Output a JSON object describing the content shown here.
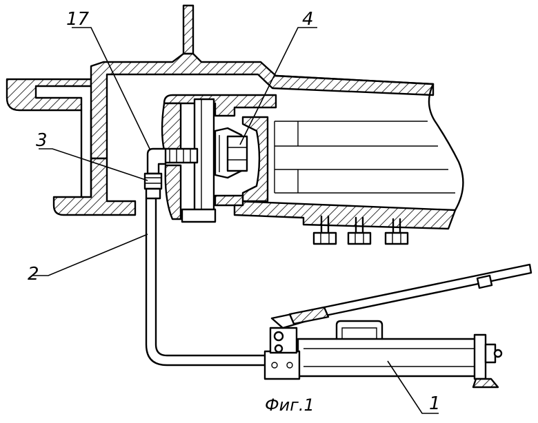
{
  "figure": {
    "caption": "Фиг.1",
    "callouts": [
      {
        "id": "17",
        "text": "17"
      },
      {
        "id": "4",
        "text": "4"
      },
      {
        "id": "3",
        "text": "3"
      },
      {
        "id": "2",
        "text": "2"
      },
      {
        "id": "1",
        "text": "1"
      }
    ]
  }
}
